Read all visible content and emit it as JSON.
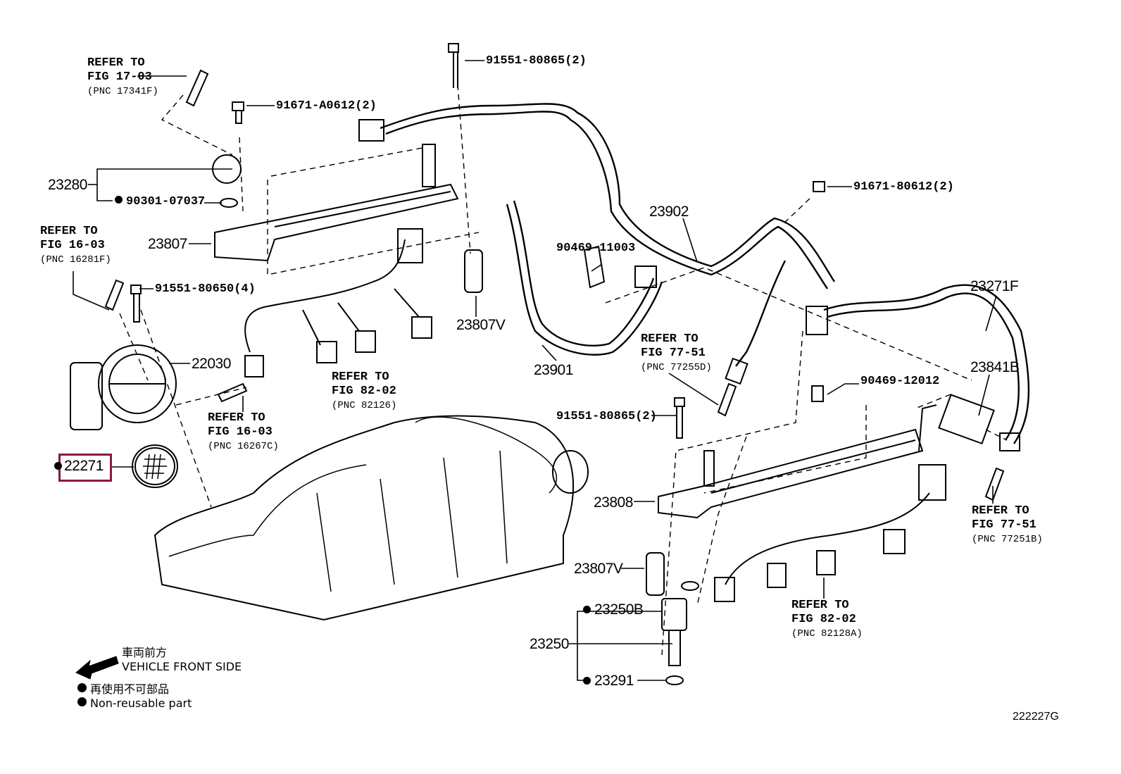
{
  "highlight_color": "#8b1a3a",
  "diagram_code": "222227G",
  "parts": {
    "p91551_80865_top": "91551-80865(2)",
    "p91671_A0612": "91671-A0612(2)",
    "p23280": "23280",
    "p90301_07037": "90301-07037",
    "p23807": "23807",
    "p91551_80650": "91551-80650(4)",
    "p22030": "22030",
    "p23807V_top": "23807V",
    "p23901": "23901",
    "p90469_11003": "90469-11003",
    "p23902": "23902",
    "p91671_80612": "91671-80612(2)",
    "p23271F": "23271F",
    "p23841B": "23841B",
    "p90469_12012": "90469-12012",
    "p91551_80865_mid": "91551-80865(2)",
    "p22271": "22271",
    "p23808": "23808",
    "p23807V_bottom": "23807V",
    "p23250B": "23250B",
    "p23250": "23250",
    "p23291": "23291"
  },
  "refers": {
    "r17_03": {
      "line1": "REFER TO",
      "line2": "FIG 17-03",
      "pnc": "(PNC 17341F)"
    },
    "r16_03a": {
      "line1": "REFER TO",
      "line2": "FIG 16-03",
      "pnc": "(PNC 16281F)"
    },
    "r82_02a": {
      "line1": "REFER TO",
      "line2": "FIG 82-02",
      "pnc": "(PNC 82126)"
    },
    "r77_51a": {
      "line1": "REFER TO",
      "line2": "FIG 77-51",
      "pnc": "(PNC 77255D)"
    },
    "r16_03b": {
      "line1": "REFER TO",
      "line2": "FIG 16-03",
      "pnc": "(PNC 16267C)"
    },
    "r77_51b": {
      "line1": "REFER TO",
      "line2": "FIG 77-51",
      "pnc": "(PNC 77251B)"
    },
    "r82_02b": {
      "line1": "REFER TO",
      "line2": "FIG 82-02",
      "pnc": "(PNC 82128A)"
    }
  },
  "legend": {
    "front_jp": "車両前方",
    "front_en": "VEHICLE FRONT SIDE",
    "nonreuse_jp": "再使用不可部品",
    "nonreuse_en": "Non-reusable part"
  }
}
